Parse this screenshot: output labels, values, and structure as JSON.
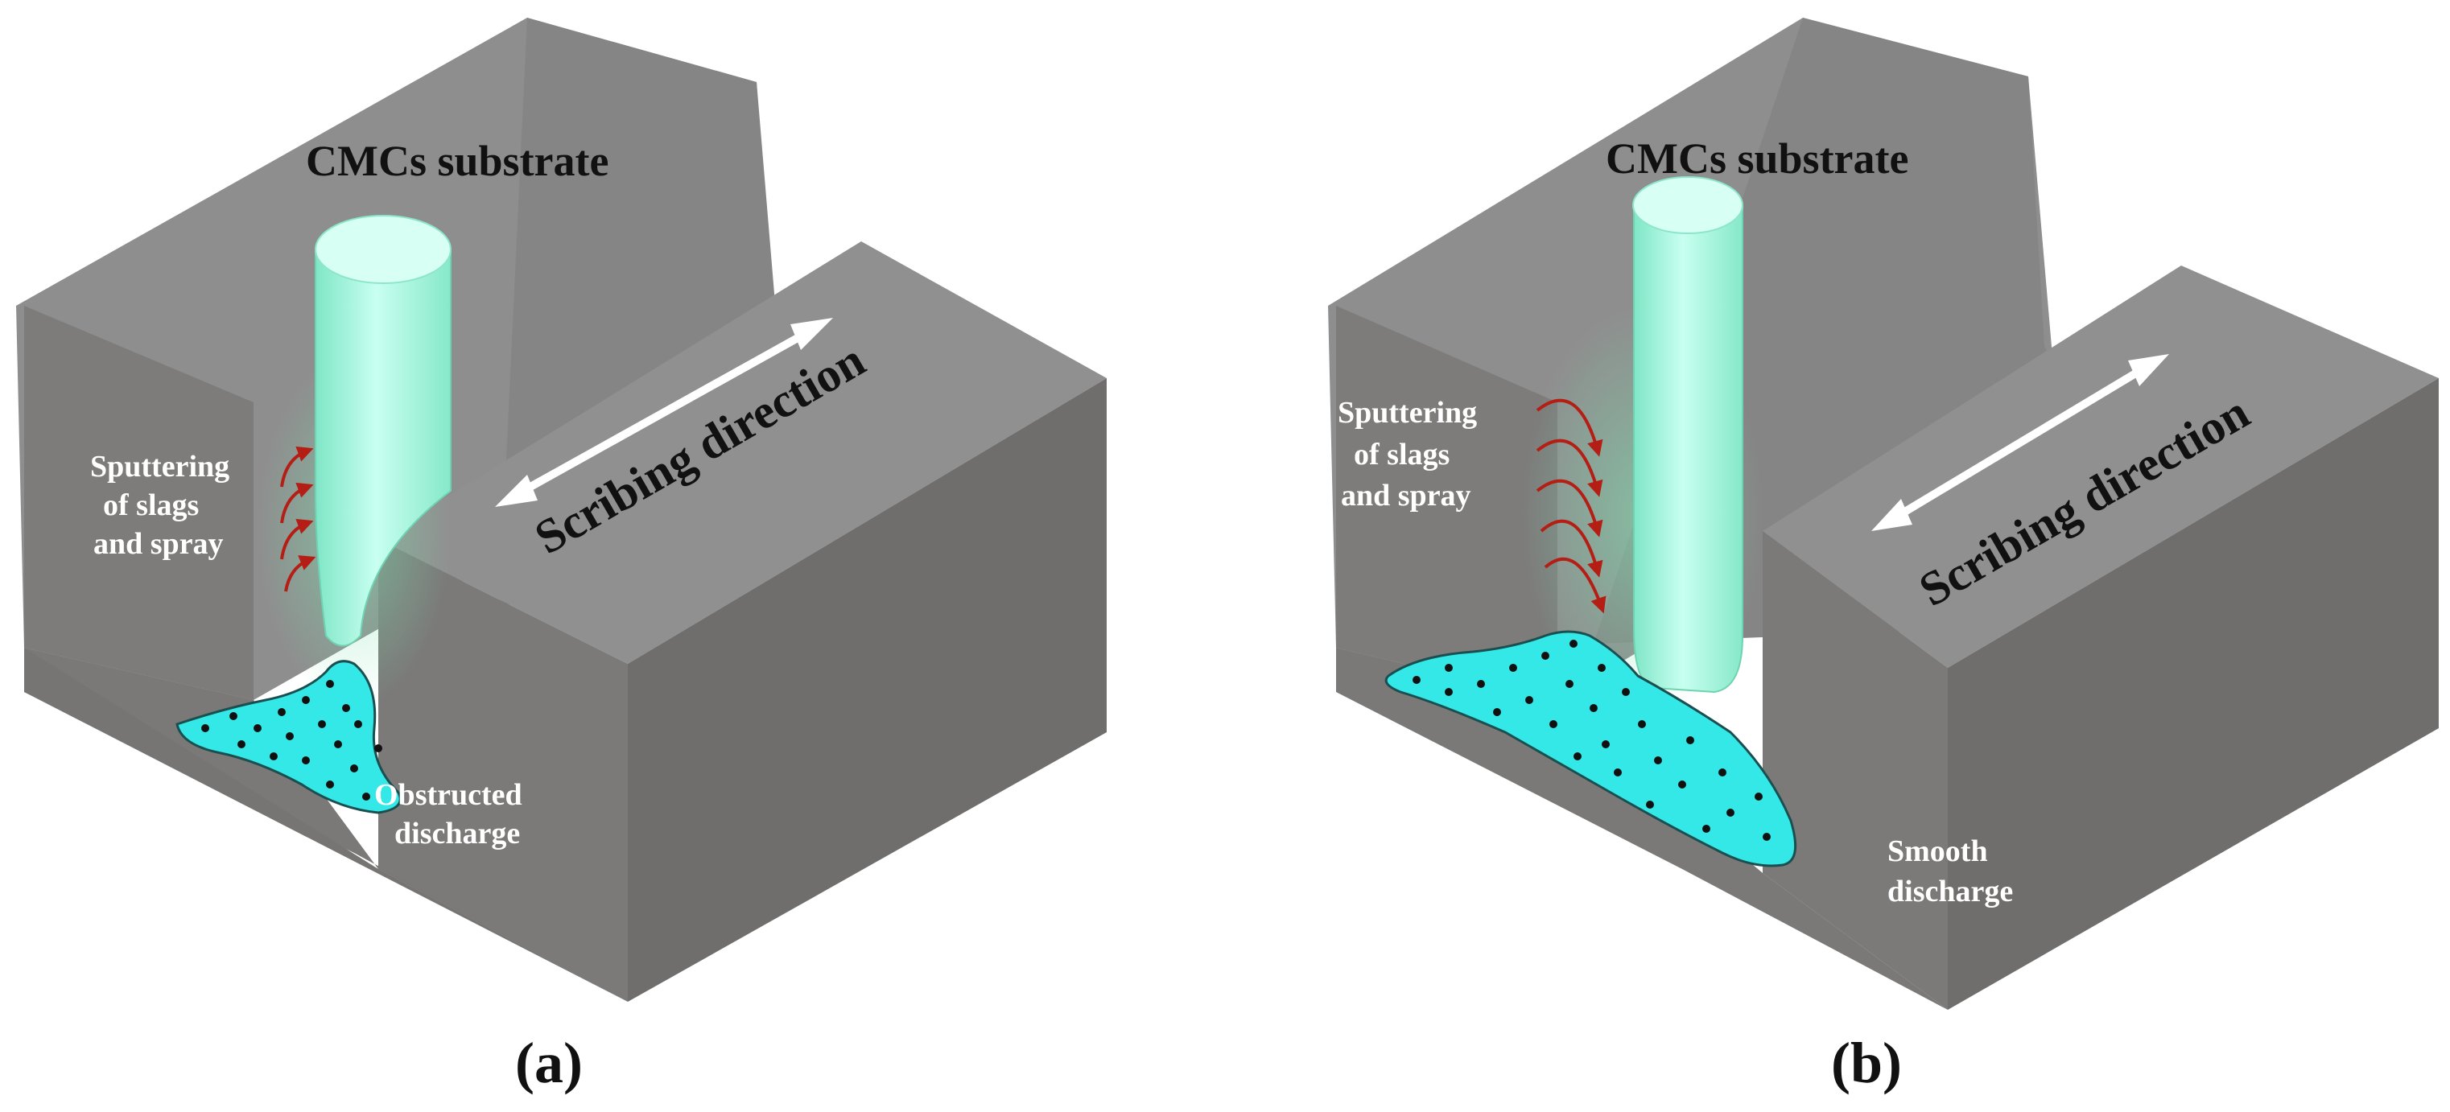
{
  "panels": [
    {
      "id": "a",
      "substrate_label": "CMCs substrate",
      "direction_label": "Scribing direction",
      "sputter_lines": [
        "Sputtering",
        "of slags",
        "and spray"
      ],
      "discharge_lines": [
        "Obstructed",
        "discharge"
      ],
      "caption_open": "(",
      "caption_letter": "a",
      "caption_close": ")"
    },
    {
      "id": "b",
      "substrate_label": "CMCs substrate",
      "direction_label": "Scribing direction",
      "sputter_lines": [
        "Sputtering",
        "of slags",
        "and spray"
      ],
      "discharge_lines": [
        "Smooth",
        "discharge"
      ],
      "caption_open": "(",
      "caption_letter": "b",
      "caption_close": ")"
    }
  ],
  "colors": {
    "block_top": "#8e8e8e",
    "block_front": "#7c7b7a",
    "block_side": "#6e6d6c",
    "groove_wall": "#858585",
    "jet": "#a8f5dc",
    "slag": "#33e6e6",
    "sputter_arrow": "#b41e14",
    "direction_arrow": "#ffffff"
  },
  "icons": {
    "direction": "double-headed-arrow-icon",
    "sputter": "curved-arrow-icon"
  }
}
